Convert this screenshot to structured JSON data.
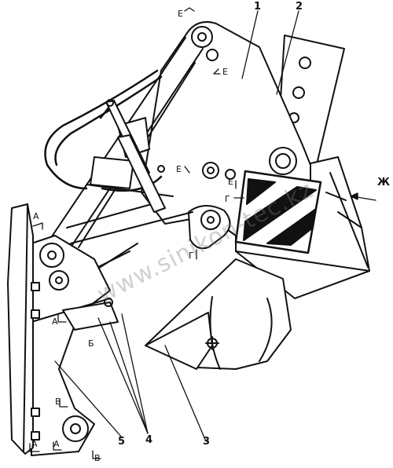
{
  "callouts": {
    "c1": "1",
    "c2": "2",
    "c3": "3",
    "c4": "4",
    "c5": "5"
  },
  "section_marks": {
    "a_left_top": "А",
    "a_mid": "А",
    "a_bottom_left": "А",
    "a_bottom_right": "А",
    "b_mid": "Б",
    "v_mid": "В",
    "v_bottom": "В",
    "e_top": "Е",
    "e_top_lower": "Е",
    "e_mid": "Е",
    "e_right": "Е",
    "g_mid": "Г",
    "g_lower": "Г",
    "zh_view": "Ж"
  },
  "watermark": "www.sinikon-tec.kz"
}
